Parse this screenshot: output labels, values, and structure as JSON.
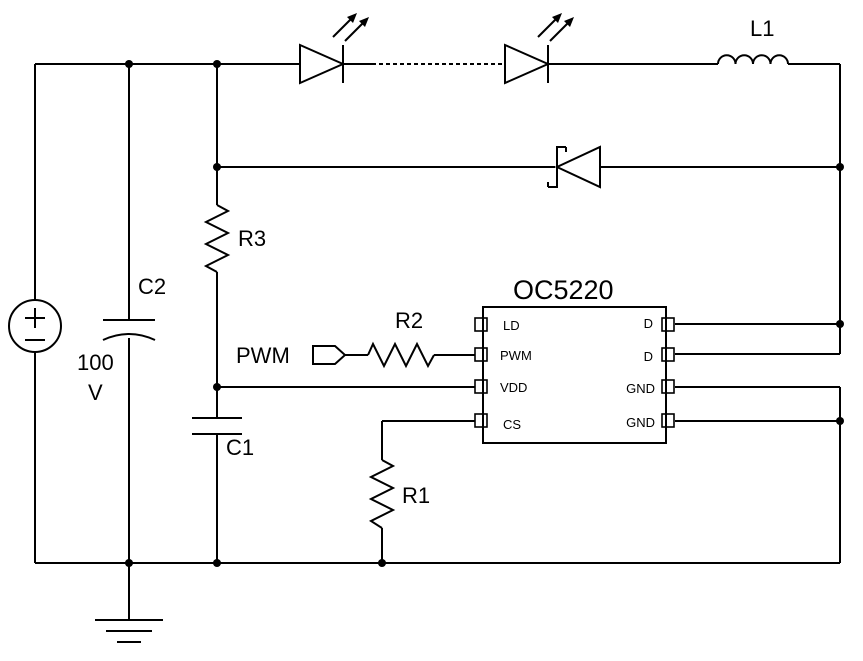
{
  "components": {
    "inductor": "L1",
    "r3": "R3",
    "r2": "R2",
    "r1": "R1",
    "c2": "C2",
    "c1": "C1",
    "source_value_1": "100",
    "source_value_2": "V",
    "pwm_input": "PWM"
  },
  "ic": {
    "name": "OC5220",
    "pins_left": [
      "LD",
      "PWM",
      "VDD",
      "CS"
    ],
    "pins_right": [
      "D",
      "D",
      "GND",
      "GND"
    ]
  }
}
